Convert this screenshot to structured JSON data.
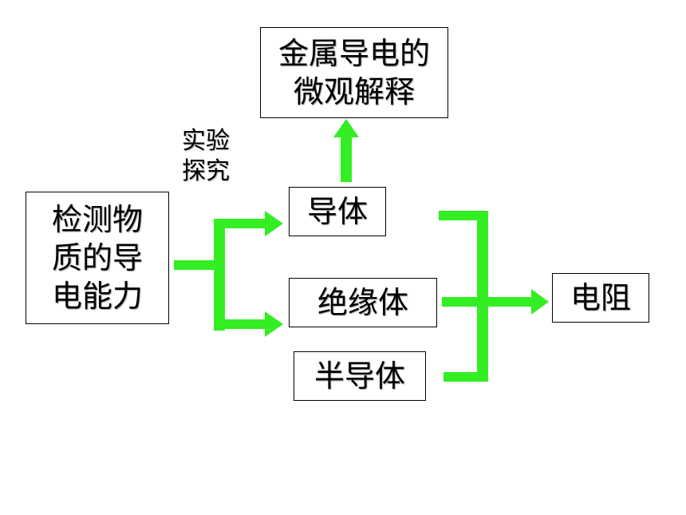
{
  "nodes": {
    "detect": {
      "line1": "检测物",
      "line2": "质的导",
      "line3": "电能力"
    },
    "metal": {
      "line1": "金属导电的",
      "line2": "微观解释"
    },
    "conductor": {
      "label": "导体"
    },
    "insulator": {
      "label": "绝缘体"
    },
    "semiconductor": {
      "label": "半导体"
    },
    "resistance": {
      "label": "电阻"
    }
  },
  "edge_label": {
    "line1": "实验",
    "line2": "探究"
  },
  "colors": {
    "arrow": "#33ee22",
    "border": "#000000"
  }
}
